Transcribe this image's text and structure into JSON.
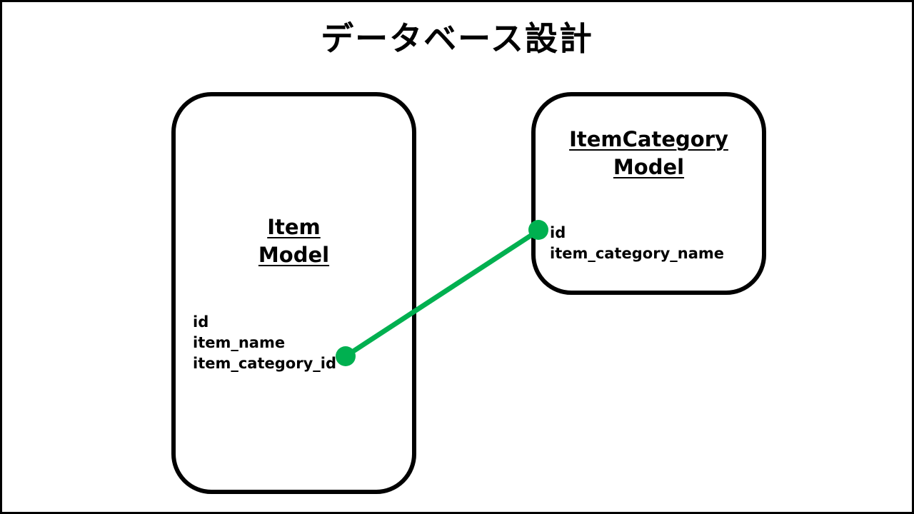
{
  "title": "データベース設計",
  "entities": {
    "item": {
      "name_line1": "Item",
      "name_line2": "Model",
      "fields": [
        "id",
        "item_name",
        "item_category_id"
      ]
    },
    "item_category": {
      "name_line1": "ItemCategory",
      "name_line2": "Model",
      "fields": [
        "id",
        "item_category_name"
      ]
    }
  },
  "relation": {
    "from": "item.item_category_id",
    "to": "item_category.id",
    "color": "#00b050"
  }
}
